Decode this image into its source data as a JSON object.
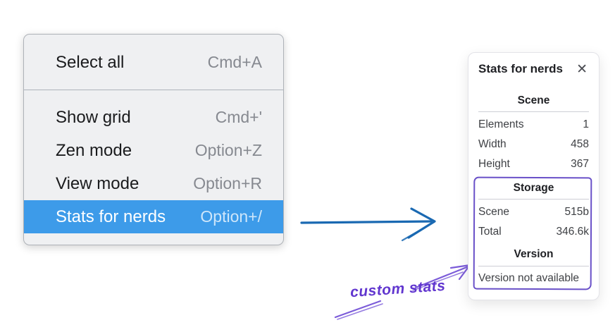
{
  "menu": {
    "items": [
      {
        "label": "Select all",
        "shortcut": "Cmd+A"
      },
      {
        "label": "Show grid",
        "shortcut": "Cmd+'"
      },
      {
        "label": "Zen mode",
        "shortcut": "Option+Z"
      },
      {
        "label": "View mode",
        "shortcut": "Option+R"
      },
      {
        "label": "Stats for nerds",
        "shortcut": "Option+/"
      }
    ],
    "highlighted_item": "Stats for nerds"
  },
  "stats_panel": {
    "title": "Stats for nerds",
    "close_icon": "✕",
    "scene": {
      "heading": "Scene",
      "rows": [
        {
          "label": "Elements",
          "value": "1"
        },
        {
          "label": "Width",
          "value": "458"
        },
        {
          "label": "Height",
          "value": "367"
        }
      ]
    },
    "storage": {
      "heading": "Storage",
      "rows": [
        {
          "label": "Scene",
          "value": "515b"
        },
        {
          "label": "Total",
          "value": "346.6k"
        }
      ]
    },
    "version": {
      "heading": "Version",
      "note": "Version not available"
    }
  },
  "annotation": {
    "label": "custom stats"
  },
  "colors": {
    "menu_highlight": "#3d9be9",
    "arrow_blue": "#1a69b2",
    "annotation_purple": "#6136cf",
    "sketch_purple": "#7c5cd9",
    "sketch_purple_dark": "#6950c8"
  }
}
